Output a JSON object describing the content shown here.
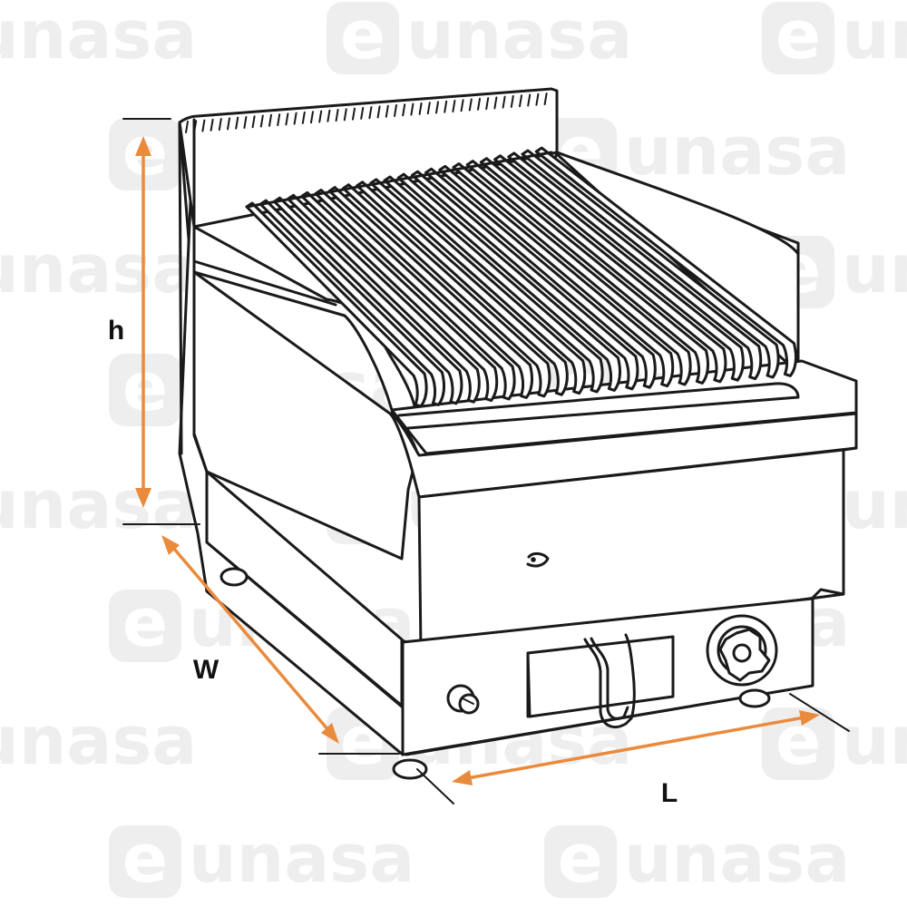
{
  "watermark": {
    "brand": "eunasa",
    "initial": "e",
    "rest": "unasa",
    "color": "#eeeeee"
  },
  "dimensions": {
    "height_label": "h",
    "width_label": "W",
    "length_label": "L",
    "arrow_color": "#ea8a3c"
  },
  "product": {
    "outline_color": "#1a1a1a"
  }
}
